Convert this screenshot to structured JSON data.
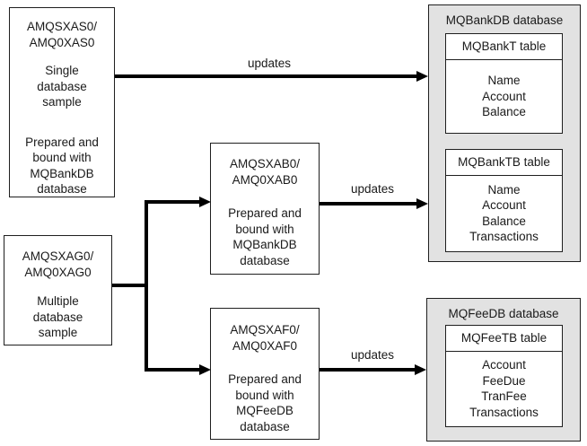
{
  "colors": {
    "background": "#ffffff",
    "database_fill": "#e2e2e2",
    "box_fill": "#ffffff",
    "border": "#1f1f1f",
    "arrow": "#000000"
  },
  "process_boxes": [
    {
      "id": "amqsxas0",
      "title": "AMQSXAS0/\nAMQ0XAS0",
      "body": "Single\ndatabase\nsample",
      "footer": "Prepared and\nbound with\nMQBankDB\ndatabase"
    },
    {
      "id": "amqsxag0",
      "title": "AMQSXAG0/\nAMQ0XAG0",
      "body": "Multiple\ndatabase\nsample"
    },
    {
      "id": "amqsxab0",
      "title": "AMQSXAB0/\nAMQ0XAB0",
      "body": "Prepared and\nbound with\nMQBankDB\ndatabase"
    },
    {
      "id": "amqsxaf0",
      "title": "AMQSXAF0/\nAMQ0XAF0",
      "body": "Prepared and\nbound with\nMQFeeDB\ndatabase"
    }
  ],
  "databases": [
    {
      "title": "MQBankDB database",
      "tables": [
        {
          "header": "MQBankT table",
          "fields": "Name\nAccount\nBalance"
        },
        {
          "header": "MQBankTB table",
          "fields": "Name\nAccount\nBalance\nTransactions"
        }
      ]
    },
    {
      "title": "MQFeeDB database",
      "tables": [
        {
          "header": "MQFeeTB table",
          "fields": "Account\nFeeDue\nTranFee\nTransactions"
        }
      ]
    }
  ],
  "arrows": [
    {
      "label": "updates",
      "from": "amqsxas0",
      "to": "mqbankdb-database"
    },
    {
      "label": "updates",
      "from": "amqsxab0",
      "to": "mqbankdb-database"
    },
    {
      "label": "updates",
      "from": "amqsxaf0",
      "to": "mqfeedb-database"
    },
    {
      "label": "",
      "from": "amqsxag0",
      "to": "amqsxab0"
    },
    {
      "label": "",
      "from": "amqsxag0",
      "to": "amqsxaf0"
    }
  ]
}
